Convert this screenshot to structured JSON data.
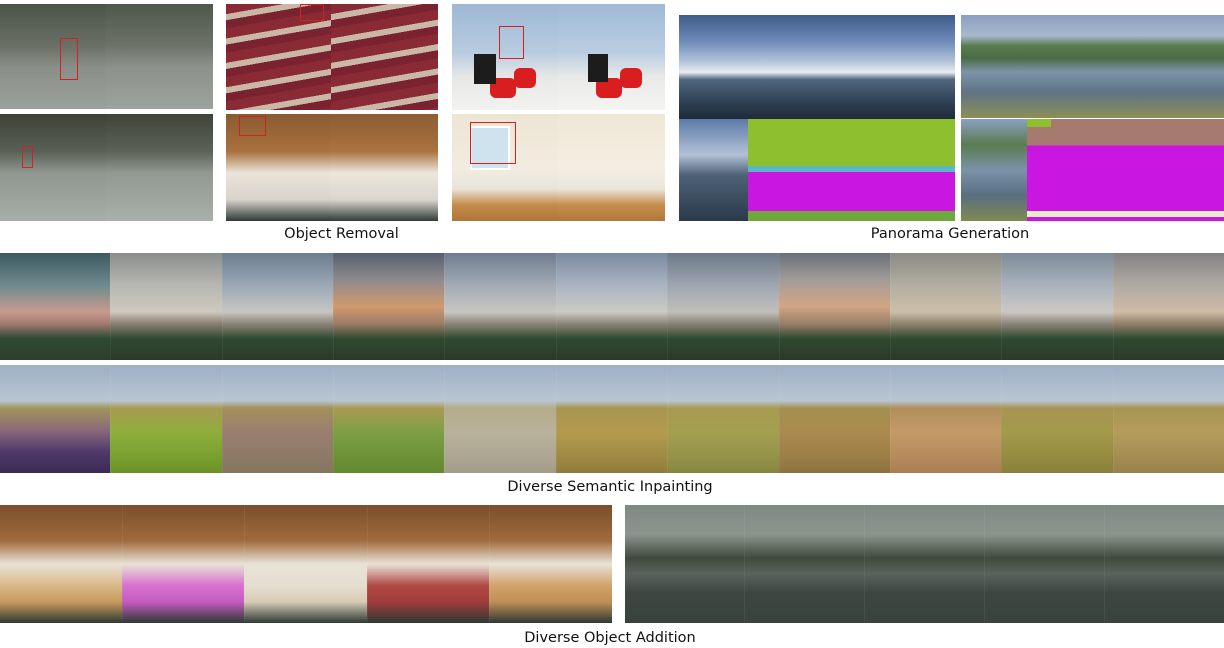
{
  "captions": {
    "object_removal": "Object Removal",
    "panorama_generation": "Panorama Generation",
    "diverse_semantic_inpainting": "Diverse Semantic Inpainting",
    "diverse_object_addition": "Diverse Object Addition"
  },
  "colors": {
    "highlight_box": "#d0221f",
    "seg_grass": "#8dbf2e",
    "seg_magenta": "#c916e0",
    "seg_mountain": "#a67a6e",
    "seg_sand": "#e8ecc8",
    "seg_water": "#5ab7c9"
  }
}
